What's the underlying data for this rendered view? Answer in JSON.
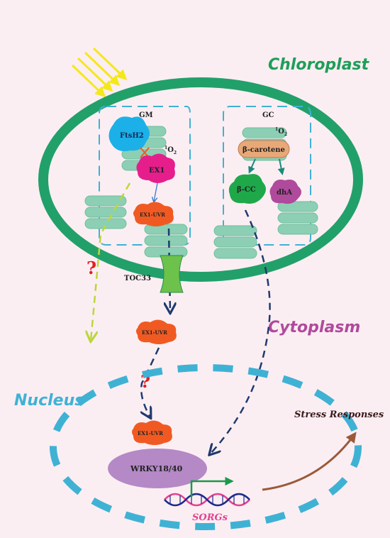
{
  "regions": {
    "chloroplast": "Chloroplast",
    "cytoplasm": "Cytoplasm",
    "nucleus": "Nucleus"
  },
  "compartments": {
    "gm": "GM",
    "gc": "GC"
  },
  "proteins": {
    "ftsh2": "FtsH2",
    "ex1": "EX1",
    "ex1_uvr_chloroplast": "EX1-UVR",
    "ex1_uvr_cytoplasm": "EX1-UVR",
    "ex1_uvr_nucleus": "EX1-UVR",
    "toc33": "TOC33",
    "wrky": "WRKY18/40"
  },
  "metabolites": {
    "singlet_oxygen_base": "O",
    "singlet_oxygen_pre": "1",
    "singlet_oxygen_sub": "2",
    "beta_carotene": "β-carotene",
    "beta_cc": "β-CC",
    "dha": "dhA"
  },
  "genes": {
    "sorgs": "SORGs"
  },
  "outputs": {
    "stress_responses": "Stress Responses"
  },
  "unknown_marks": [
    "?",
    "?"
  ],
  "colors": {
    "background": "#fbeef3",
    "chloroplast_ring": "#22a06a",
    "chloroplast_text": "#1f9e58",
    "cytoplasm_text": "#b04a9c",
    "nucleus_text": "#3fb2d4",
    "thylakoid": "#8ccfb4",
    "ftsh2": "#1cb0e8",
    "ex1": "#e61e8c",
    "ex1_uvr": "#f05a22",
    "toc33": "#6cc24a",
    "beta_carotene": "#e8a878",
    "beta_cc": "#1fa84a",
    "dha": "#b04a9c",
    "wrky": "#b489c6",
    "sun_rays": "#f4e81c",
    "arrow_dark": "#1f3a6e",
    "arrow_yellow": "#bcd63c",
    "question": "#e02020",
    "stress_arrow": "#9a5a3a",
    "dna_pink": "#e04490",
    "dna_blue": "#1e2a8a"
  }
}
